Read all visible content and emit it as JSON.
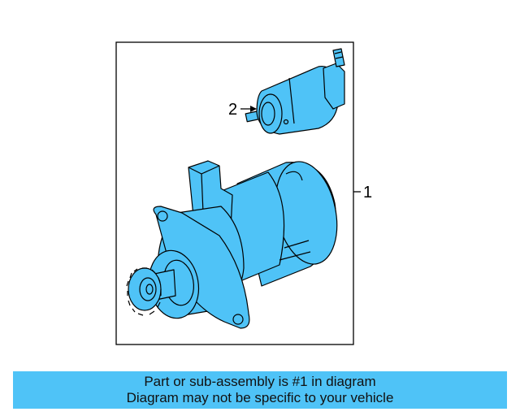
{
  "diagram": {
    "callouts": [
      {
        "id": "1",
        "text": "1"
      },
      {
        "id": "2",
        "text": "2"
      }
    ],
    "part_color": "#4fc3f7",
    "line_color": "#000000"
  },
  "banner": {
    "line1": "Part or sub-assembly is #1 in diagram",
    "line2": "Diagram may not be specific to your vehicle",
    "background": "#4fc3f7"
  }
}
